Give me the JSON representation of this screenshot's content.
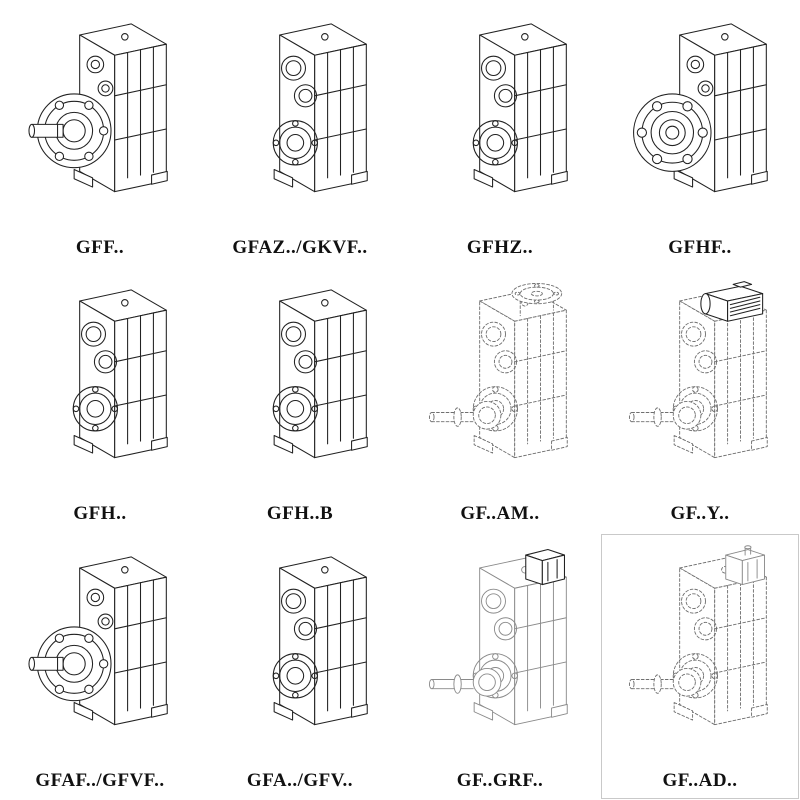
{
  "catalog": {
    "items": [
      {
        "label": "GFF..",
        "drawing": "gearbox-flange-solid-shaft-drawing"
      },
      {
        "label": "GFAZ../GKVF..",
        "drawing": "gearbox-hollow-shaft-mounted-drawing"
      },
      {
        "label": "GFHZ..",
        "drawing": "gearbox-hollow-shaft-drawing"
      },
      {
        "label": "GFHF..",
        "drawing": "gearbox-flange-hollow-shaft-drawing"
      },
      {
        "label": "GFH..",
        "drawing": "gearbox-foot-hollow-drawing"
      },
      {
        "label": "GFH..B",
        "drawing": "gearbox-foot-hollow-b-drawing"
      },
      {
        "label": "GF..AM..",
        "drawing": "gearbox-iec-motor-flange-dashed-drawing"
      },
      {
        "label": "GF..Y..",
        "drawing": "gearbox-with-motor-dashed-drawing"
      },
      {
        "label": "GFAF../GFVF..",
        "drawing": "gearbox-flange-output-shaft-drawing"
      },
      {
        "label": "GFA../GFV..",
        "drawing": "gearbox-foot-shaft-drawing"
      },
      {
        "label": "GF..GRF..",
        "drawing": "gearbox-input-adapter-drawing"
      },
      {
        "label": "GF..AD..",
        "drawing": "gearbox-input-shaft-adapter-dashed-drawing"
      }
    ]
  }
}
